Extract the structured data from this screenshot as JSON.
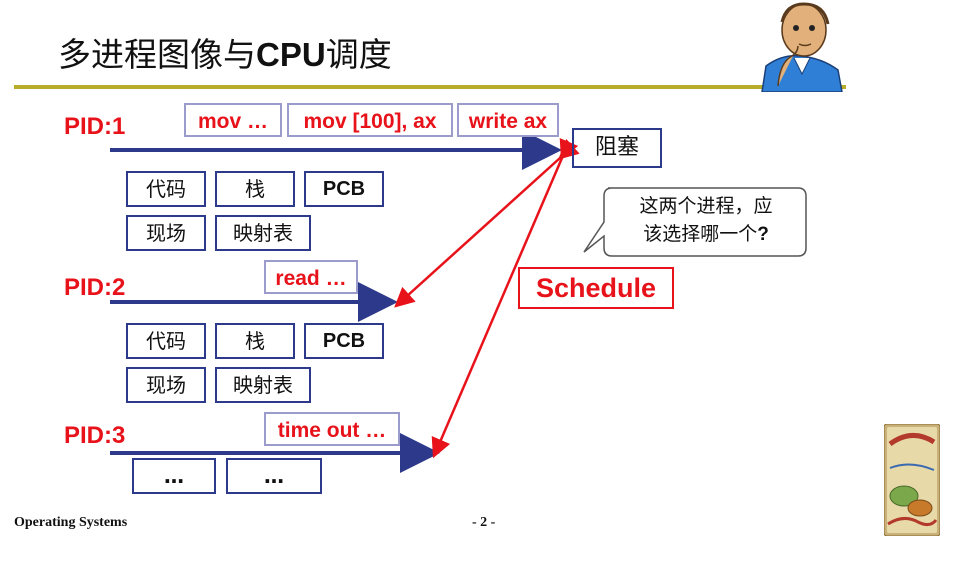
{
  "title": {
    "prefix": "多进程图像与",
    "bold": "CPU",
    "suffix": "调度"
  },
  "processes": [
    {
      "pid": "PID:1",
      "instructions": [
        "mov …",
        "mov [100], ax",
        "write ax"
      ],
      "blocks_row1": [
        "代码",
        "栈",
        "PCB"
      ],
      "blocks_row2": [
        "现场",
        "映射表"
      ]
    },
    {
      "pid": "PID:2",
      "instructions": [
        "read …"
      ],
      "blocks_row1": [
        "代码",
        "栈",
        "PCB"
      ],
      "blocks_row2": [
        "现场",
        "映射表"
      ]
    },
    {
      "pid": "PID:3",
      "instructions": [
        "time out …"
      ],
      "blocks_row1": [
        "…",
        "…"
      ]
    }
  ],
  "blocked_label": "阻塞",
  "schedule_label": "Schedule",
  "callout": {
    "line1": "这两个进程，应",
    "line2": "该选择哪一个",
    "line2_mark": "?"
  },
  "footer": {
    "course": "Operating Systems",
    "page": "- 2 -"
  },
  "colors": {
    "accent_red": "#e8121a",
    "arrow_blue": "#2d3a8c",
    "rule_olive": "#b7ad2a"
  },
  "icons": [
    "thinking-man-icon",
    "os-book-cover-icon"
  ]
}
